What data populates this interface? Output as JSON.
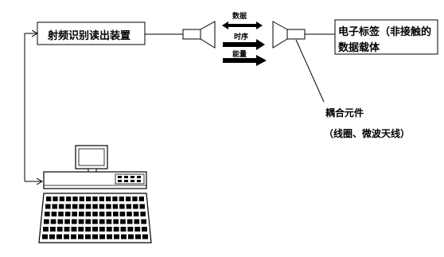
{
  "reader": {
    "label": "射频识别读出装置"
  },
  "tag": {
    "line1": "电子标签（非接触的",
    "line2": "数据载体"
  },
  "channels": {
    "data": "数据",
    "timing": "时序",
    "energy": "能量"
  },
  "coupling": {
    "line1": "耦合元件",
    "line2": "（线圈、微波天线）"
  }
}
